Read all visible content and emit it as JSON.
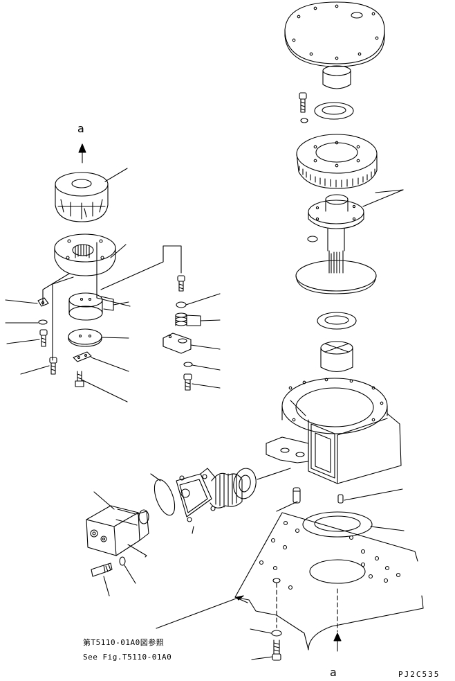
{
  "labels": {
    "arrow_top": "a",
    "arrow_bottom": "a",
    "reference_jp": "第T5110-01A0図参照",
    "reference_en": "See Fig.T5110-01A0",
    "drawing_code": "PJ2C535"
  },
  "colors": {
    "line": "#000000",
    "background": "#ffffff"
  }
}
